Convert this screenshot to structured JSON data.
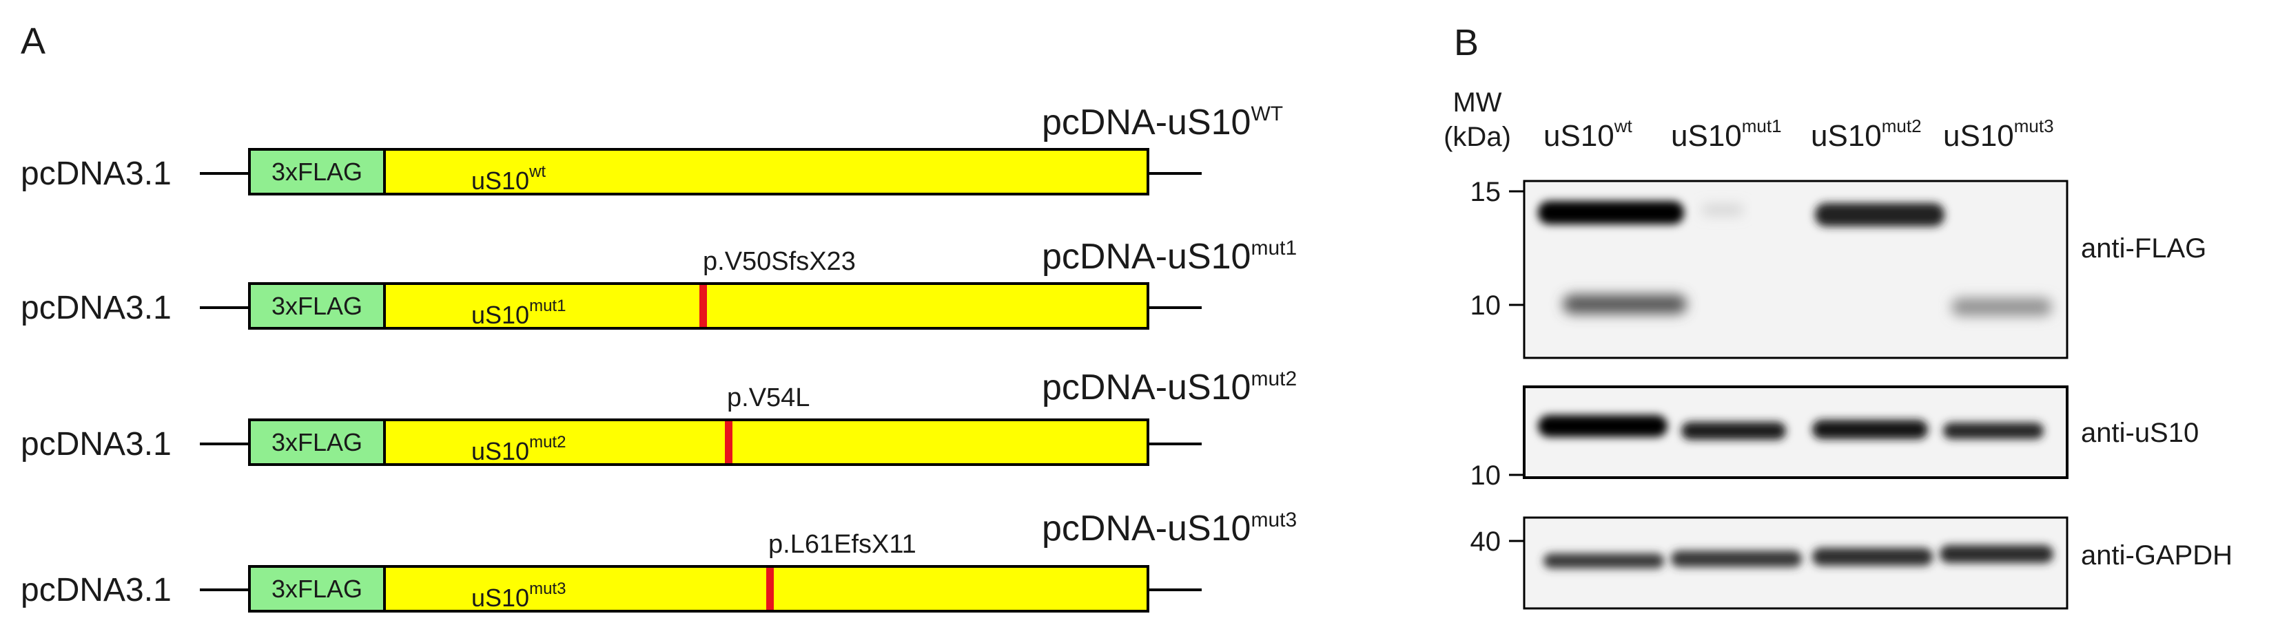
{
  "panel_a": {
    "letter": "A",
    "backbone_label": "pcDNA3.1",
    "tag_label": "3xFLAG",
    "colors": {
      "tag_fill": "#90EE90",
      "gene_fill": "#FFFF00",
      "mutation_mark": "#E8141C",
      "outline": "#000000"
    },
    "constructs": [
      {
        "name": "pcDNA-uS10",
        "name_sup": "WT",
        "gene": "uS10",
        "gene_sup": "wt",
        "mutation": ""
      },
      {
        "name": "pcDNA-uS10",
        "name_sup": "mut1",
        "gene": "uS10",
        "gene_sup": "mut1",
        "mutation": "p.V50SfsX23"
      },
      {
        "name": "pcDNA-uS10",
        "name_sup": "mut2",
        "gene": "uS10",
        "gene_sup": "mut2",
        "mutation": "p.V54L"
      },
      {
        "name": "pcDNA-uS10",
        "name_sup": "mut3",
        "gene": "uS10",
        "gene_sup": "mut3",
        "mutation": "p.L61EfsX11"
      }
    ]
  },
  "panel_b": {
    "letter": "B",
    "mw_title": "MW",
    "mw_unit": "(kDa)",
    "lanes": [
      {
        "label": "uS10",
        "sup": "wt"
      },
      {
        "label": "uS10",
        "sup": "mut1"
      },
      {
        "label": "uS10",
        "sup": "mut2"
      },
      {
        "label": "uS10",
        "sup": "mut3"
      }
    ],
    "blots": [
      {
        "antibody": "anti-FLAG",
        "markers": [
          "15",
          "10"
        ]
      },
      {
        "antibody": "anti-uS10",
        "markers": [
          "10"
        ]
      },
      {
        "antibody": "anti-GAPDH",
        "markers": [
          "40"
        ]
      }
    ]
  }
}
